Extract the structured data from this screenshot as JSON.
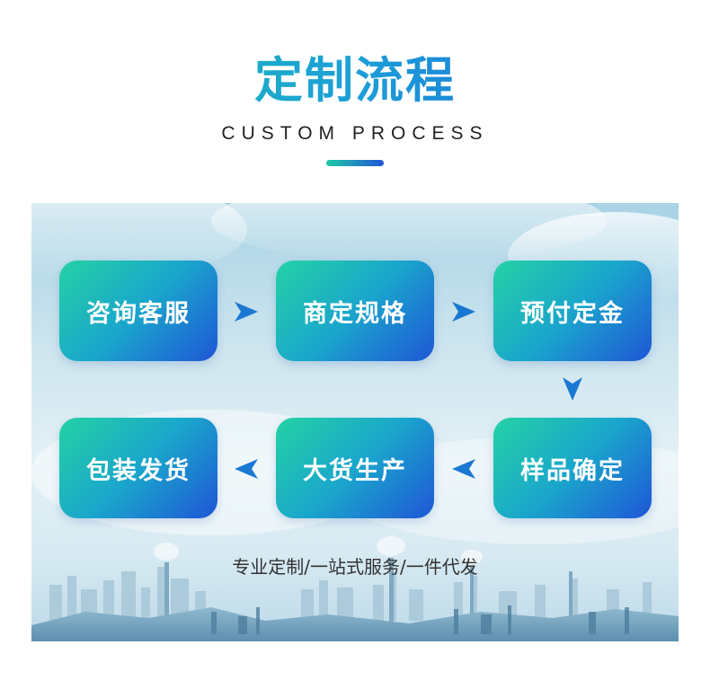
{
  "header": {
    "title": "定制流程",
    "subtitle": "CUSTOM PROCESS"
  },
  "steps": [
    {
      "label": "咨询客服"
    },
    {
      "label": "商定规格"
    },
    {
      "label": "预付定金"
    },
    {
      "label": "样品确定"
    },
    {
      "label": "大货生产"
    },
    {
      "label": "包装发货"
    }
  ],
  "tagline": "专业定制/一站式服务/一件代发",
  "colors": {
    "gradient_start": "#24d2a4",
    "gradient_end": "#1f56d6",
    "arrow": "#1b78d2"
  },
  "icons": {
    "arrow_right": "arrow-right-icon",
    "arrow_down": "arrow-down-icon",
    "arrow_left": "arrow-left-icon"
  }
}
